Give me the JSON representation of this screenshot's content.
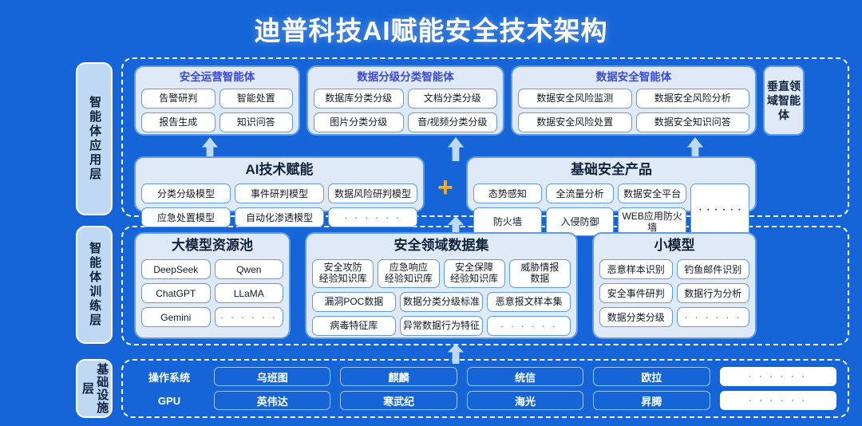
{
  "title": "迪普科技AI赋能安全技术架构",
  "colors": {
    "background": "#1565d8",
    "panel": "#dfe9f7",
    "panel_border": "#5e9bea",
    "panel_title": "#3a49d6",
    "rail": "#bfd9f5",
    "plus": "#f5ac18"
  },
  "rails": {
    "application": "智能体应用层",
    "training": "智能体训练层",
    "infrastructure": "基础设施层"
  },
  "application_layer": {
    "vertical_domain_label": "垂直领域智能体",
    "plus_symbol": "+",
    "agent_groups": [
      {
        "title": "安全运营智能体",
        "items": [
          "告警研判",
          "智能处置",
          "报告生成",
          "知识问答"
        ]
      },
      {
        "title": "数据分级分类智能体",
        "items": [
          "数据库分类分级",
          "文档分类分级",
          "图片分类分级",
          "音/视频分类分级"
        ]
      },
      {
        "title": "数据安全智能体",
        "items": [
          "数据安全风险监测",
          "数据安全风险分析",
          "数据安全风险处置",
          "数据安全知识问答"
        ]
      }
    ],
    "ai_empowerment": {
      "title": "AI技术赋能",
      "items": [
        "分类分级模型",
        "事件研判模型",
        "数据风险研判模型",
        "应急处置模型",
        "自动化渗透模型",
        "· · · · · ·"
      ]
    },
    "base_products": {
      "title": "基础安全产品",
      "items": [
        "态势感知",
        "全流量分析",
        "数据安全平台",
        "防火墙",
        "入侵防御",
        "WEB应用防火墙"
      ],
      "more": "· · · · · ·"
    }
  },
  "training_layer": {
    "llm_pool": {
      "title": "大模型资源池",
      "items": [
        "DeepSeek",
        "Qwen",
        "ChatGPT",
        "LLaMA",
        "Gemini",
        "· · · · · ·"
      ]
    },
    "dataset": {
      "title": "安全领域数据集",
      "row1": [
        "安全攻防\n经验知识库",
        "应急响应\n经验知识库",
        "安全保障\n经验知识库",
        "威胁情报\n数据"
      ],
      "row2": [
        "漏洞POC数据",
        "数据分类分级标准",
        "恶意报文样本集"
      ],
      "row3": [
        "病毒特征库",
        "异常数据行为特征",
        "· · · · · ·"
      ]
    },
    "small_models": {
      "title": "小模型",
      "items": [
        "恶意样本识别",
        "钓鱼邮件识别",
        "安全事件研判",
        "数据行为分析",
        "数据分类分级",
        "· · · · · ·"
      ]
    }
  },
  "infrastructure_layer": {
    "rows": [
      {
        "key": "操作系统",
        "items": [
          "乌班图",
          "麒麟",
          "统信",
          "欧拉",
          "· · · · · ·"
        ]
      },
      {
        "key": "GPU",
        "items": [
          "英伟达",
          "寒武纪",
          "海光",
          "昇腾",
          "· · · · · ·"
        ]
      }
    ]
  }
}
